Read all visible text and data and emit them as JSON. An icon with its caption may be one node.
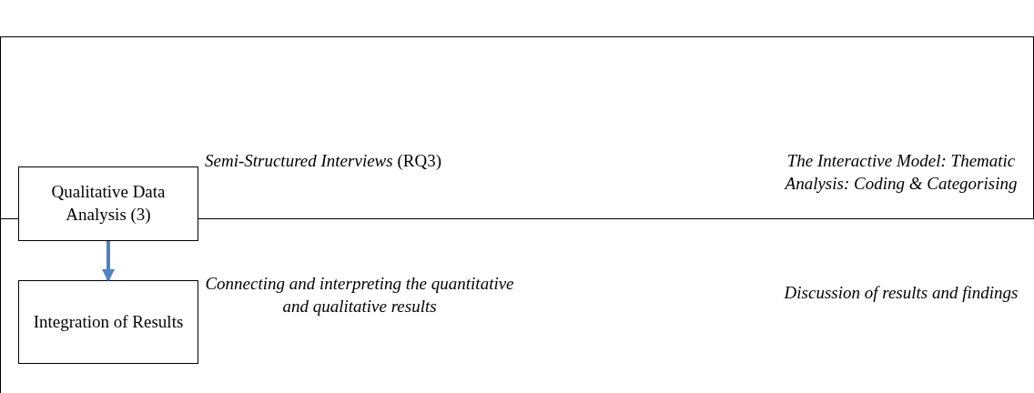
{
  "diagram": {
    "nodes": [
      {
        "text": [
          "Qualitative Data Analysis (3)"
        ]
      },
      {
        "text": [
          "Integration of Results"
        ]
      }
    ],
    "edges": [
      {
        "from": 0,
        "to": 1,
        "arrow": "to",
        "color": "#4f81bd"
      }
    ],
    "labels": [
      "*Semi-Structured Interviews* (RQ3)",
      "The Interactive Model: Thematic Analysis: Coding & Categorising",
      "Connecting and interpreting the quantitative and qualitative results",
      "Discussion of results and findings"
    ]
  }
}
